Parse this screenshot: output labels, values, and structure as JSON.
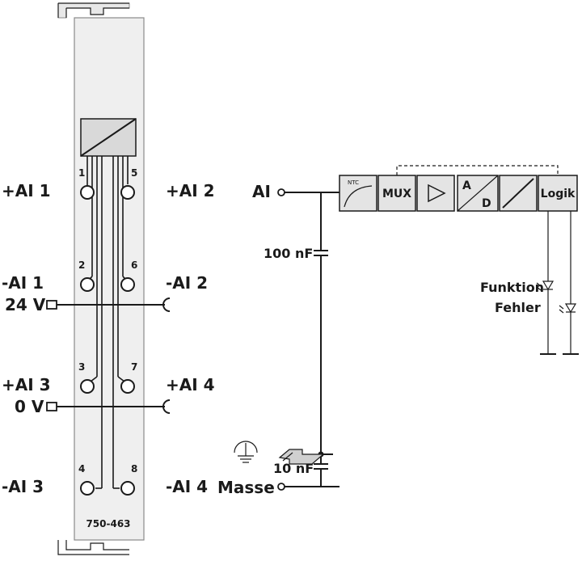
{
  "module": {
    "part_number": "750-463",
    "left_labels": [
      "+AI 1",
      "-AI 1",
      "+AI 3",
      "-AI 3"
    ],
    "right_labels": [
      "+AI 2",
      "-AI 2",
      "+AI 4",
      "-AI 4"
    ],
    "supply_labels": [
      "24 V",
      "0 V"
    ],
    "pins": [
      "1",
      "5",
      "2",
      "6",
      "3",
      "7",
      "4",
      "8"
    ]
  },
  "circuit": {
    "input_label": "AI",
    "ground_label": "Masse",
    "cap_top": "100 nF",
    "cap_bottom": "10 nF",
    "ntc_label": "NTC",
    "mux_label": "MUX",
    "ad_a": "A",
    "ad_d": "D",
    "logic_label": "Logik",
    "led_function": "Funktion",
    "led_error": "Fehler"
  }
}
